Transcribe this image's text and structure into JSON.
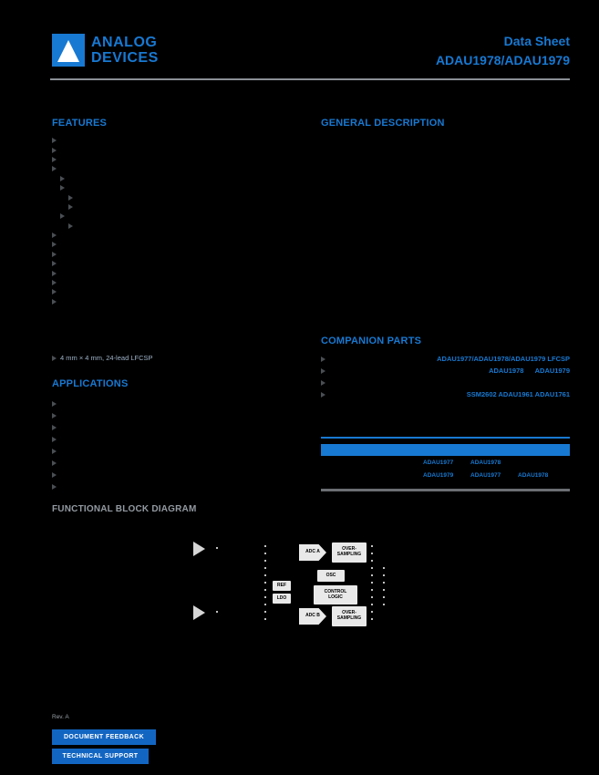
{
  "colors": {
    "accent": "#1879d2",
    "button": "#1266c2",
    "muted": "#939aa1"
  },
  "header": {
    "brand_line1": "ANALOG",
    "brand_line2": "DEVICES",
    "logo_icon": "adi-triangle",
    "doc_type": "Data Sheet",
    "part_number": "ADAU1978/ADAU1979"
  },
  "left": {
    "features_title": "FEATURES",
    "feature_bullets": [
      {
        "indent": 0
      },
      {
        "indent": 0
      },
      {
        "indent": 0
      },
      {
        "indent": 0
      },
      {
        "indent": 1
      },
      {
        "indent": 1
      },
      {
        "indent": 2
      },
      {
        "indent": 2
      },
      {
        "indent": 1
      },
      {
        "indent": 2
      },
      {
        "indent": 0
      },
      {
        "indent": 0
      },
      {
        "indent": 0
      },
      {
        "indent": 0
      },
      {
        "indent": 0
      },
      {
        "indent": 0
      },
      {
        "indent": 0
      },
      {
        "indent": 0
      }
    ],
    "package_note": "4 mm × 4 mm, 24-lead LFCSP",
    "applications_title": "APPLICATIONS",
    "application_bullets": [
      {
        "indent": 0
      },
      {
        "indent": 0
      },
      {
        "indent": 0
      },
      {
        "indent": 0
      },
      {
        "indent": 0
      },
      {
        "indent": 0
      },
      {
        "indent": 0
      },
      {
        "indent": 0
      }
    ],
    "block_diagram_title": "FUNCTIONAL BLOCK DIAGRAM"
  },
  "right": {
    "general_description_title": "GENERAL DESCRIPTION",
    "companion_title": "COMPANION PARTS",
    "companion_lines": [
      {
        "text": "ADAU1977/ADAU1978/ADAU1979 LFCSP"
      },
      {
        "text": "ADAU1978      ADAU1979"
      },
      {
        "text": ""
      },
      {
        "text": "SSM2602 ADAU1961 ADAU1761"
      }
    ],
    "table": {
      "rows": [
        [
          "",
          "ADAU1977",
          "ADAU1978",
          ""
        ],
        [
          "",
          "ADAU1979",
          "ADAU1977",
          "ADAU1978"
        ]
      ]
    }
  },
  "diagram": {
    "adc_a": "ADC A",
    "adc_b": "ADC B",
    "oversampling_line1": "OVER-",
    "oversampling_line2": "SAMPLING",
    "osc": "OSC",
    "control_line1": "CONTROL",
    "control_line2": "LOGIC",
    "ref": "REF",
    "ldo": "LDO"
  },
  "footer": {
    "rev": "Rev. A",
    "buttons": [
      {
        "label": "DOCUMENT FEEDBACK"
      },
      {
        "label": "TECHNICAL SUPPORT"
      }
    ]
  }
}
